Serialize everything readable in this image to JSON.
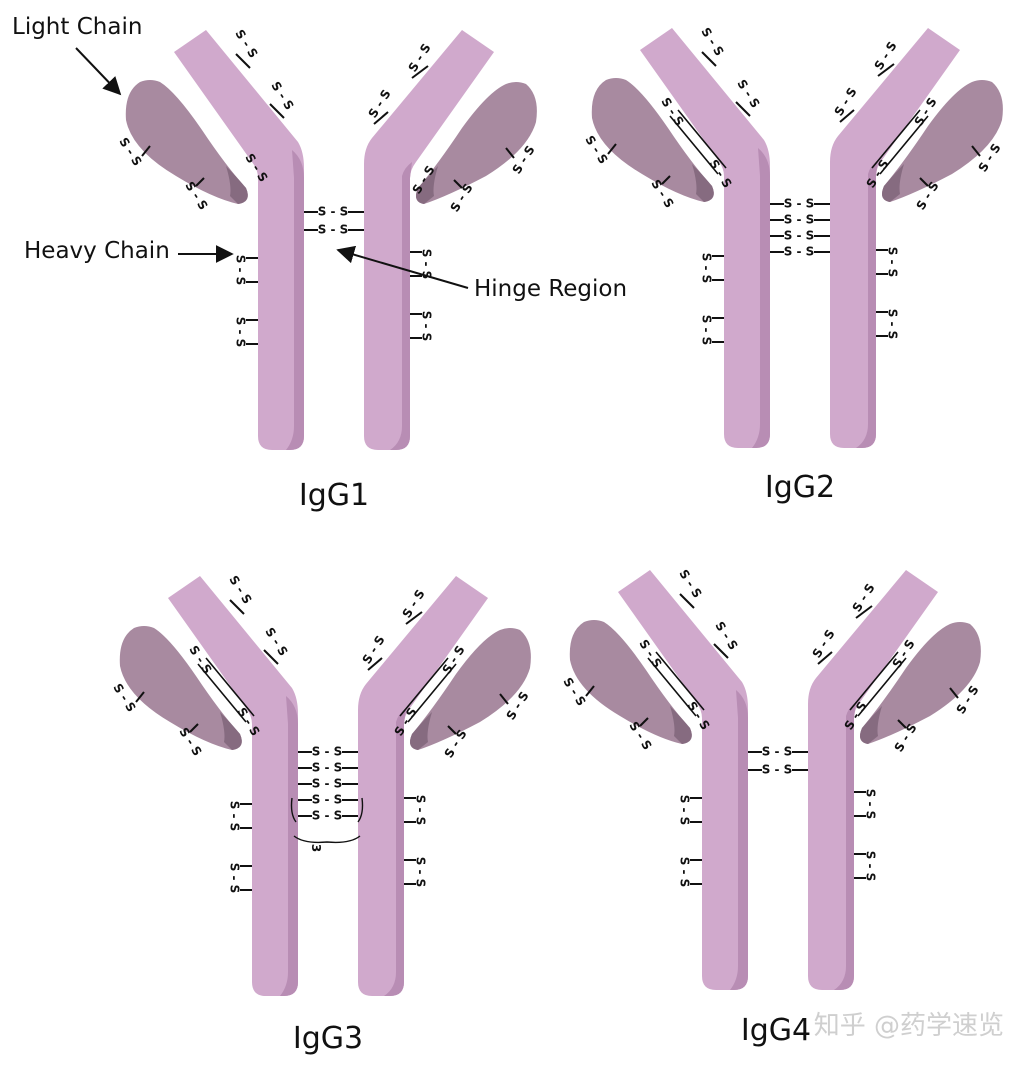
{
  "annotations": {
    "light_chain": "Light Chain",
    "heavy_chain": "Heavy Chain",
    "hinge_region": "Hinge Region"
  },
  "disulfide_label": "S - S",
  "hinge_count_label": "3",
  "watermark": "知乎 @药学速览",
  "colors": {
    "heavy_chain": "#d0a9cc",
    "heavy_chain_shadow": "#b88db4",
    "light_chain": "#a88aa0",
    "light_chain_shadow": "#866b80",
    "bond_line": "#111111"
  },
  "subclasses": [
    {
      "id": "igg1",
      "label": "IgG1",
      "hinge_bonds": 2,
      "light_heavy_bond": "top"
    },
    {
      "id": "igg2",
      "label": "IgG2",
      "hinge_bonds": 4,
      "light_heavy_bond": "side"
    },
    {
      "id": "igg3",
      "label": "IgG3",
      "hinge_bonds": 5,
      "light_heavy_bond": "side"
    },
    {
      "id": "igg4",
      "label": "IgG4",
      "hinge_bonds": 2,
      "light_heavy_bond": "side"
    }
  ]
}
